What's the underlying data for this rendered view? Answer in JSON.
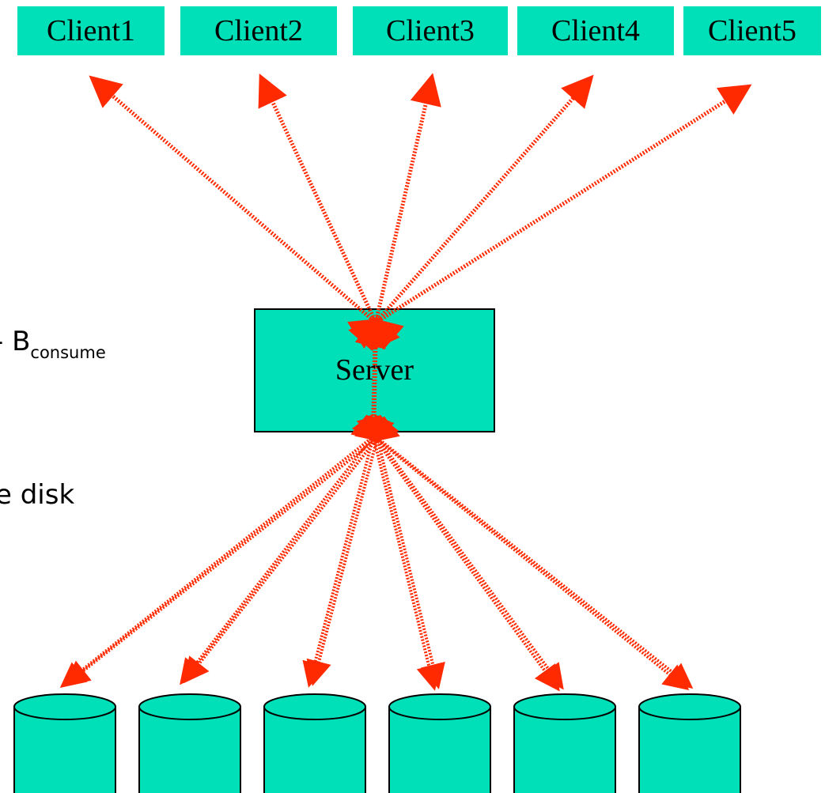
{
  "clients": [
    {
      "label": "Client1"
    },
    {
      "label": "Client2"
    },
    {
      "label": "Client3"
    },
    {
      "label": "Client4"
    },
    {
      "label": "Client5"
    }
  ],
  "server": {
    "label": "Server"
  },
  "side_text": {
    "bconsume_prefix": "- B",
    "bconsume_sub": "consume",
    "disk_fragment": "e disk"
  },
  "disks_count": 6,
  "colors": {
    "box_fill": "#00e0b8",
    "arrow": "#ff2a00",
    "outline": "#000000",
    "background": "#ffffff"
  }
}
